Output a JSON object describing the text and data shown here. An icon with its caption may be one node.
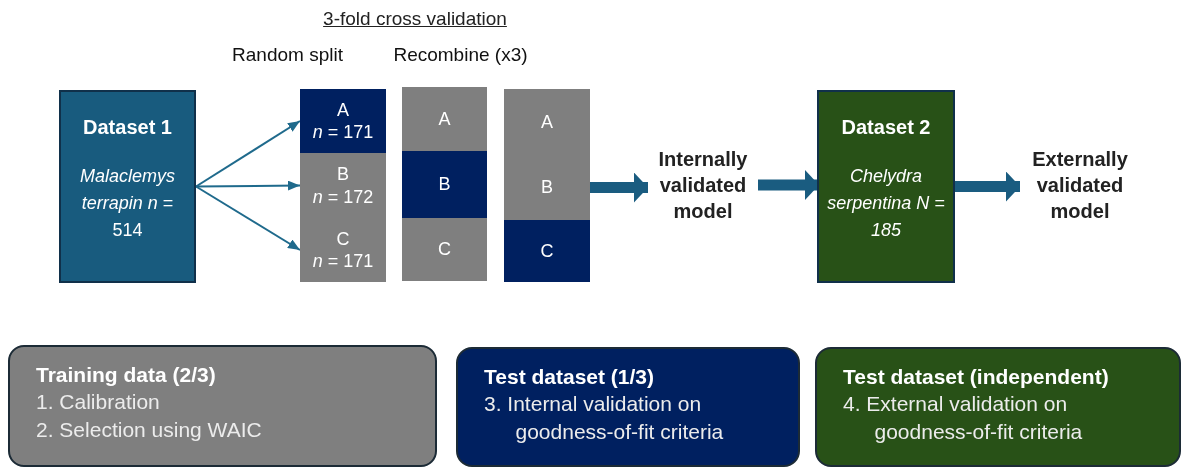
{
  "diagram": {
    "title": "3-fold cross validation",
    "nodes": [
      {
        "text": [
          "Dataset 1",
          "*Malaclemys terrapin* *n* = 514"
        ]
      },
      {
        "text": [
          "A",
          "*n* = 171"
        ]
      },
      {
        "text": [
          "B",
          "*n* = 172"
        ]
      },
      {
        "text": [
          "C",
          "*n* = 171"
        ]
      },
      {
        "text": [
          "A"
        ]
      },
      {
        "text": [
          "B"
        ]
      },
      {
        "text": [
          "C"
        ]
      },
      {
        "text": [
          "A"
        ]
      },
      {
        "text": [
          "B"
        ]
      },
      {
        "text": [
          "C"
        ]
      },
      {
        "text": [
          "Internally validated model"
        ]
      },
      {
        "text": [
          "Dataset 2",
          "Chelydra serpentina N = 185"
        ]
      },
      {
        "text": [
          "Externally validated model"
        ]
      },
      {
        "text": [
          "Training data (2/3)",
          "1. Calibration",
          "2. Selection using WAIC"
        ]
      },
      {
        "text": [
          "Test dataset (1/3)",
          "3. Internal validation on goodness-of-fit criteria"
        ]
      },
      {
        "text": [
          "Test dataset (independent)",
          "4. External validation on goodness-of-fit criteria"
        ]
      }
    ],
    "edges": [
      {
        "from": 0,
        "to": 1,
        "arrow": "to"
      },
      {
        "from": 0,
        "to": 2,
        "arrow": "to"
      },
      {
        "from": 0,
        "to": 3,
        "arrow": "to"
      },
      {
        "from": 8,
        "to": 10,
        "arrow": "to",
        "style": "thick"
      },
      {
        "from": 10,
        "to": 11,
        "arrow": "to",
        "style": "thick"
      },
      {
        "from": 11,
        "to": 12,
        "arrow": "to",
        "style": "thick"
      }
    ],
    "labels": [
      "Random split",
      "Recombine (x3)"
    ]
  }
}
